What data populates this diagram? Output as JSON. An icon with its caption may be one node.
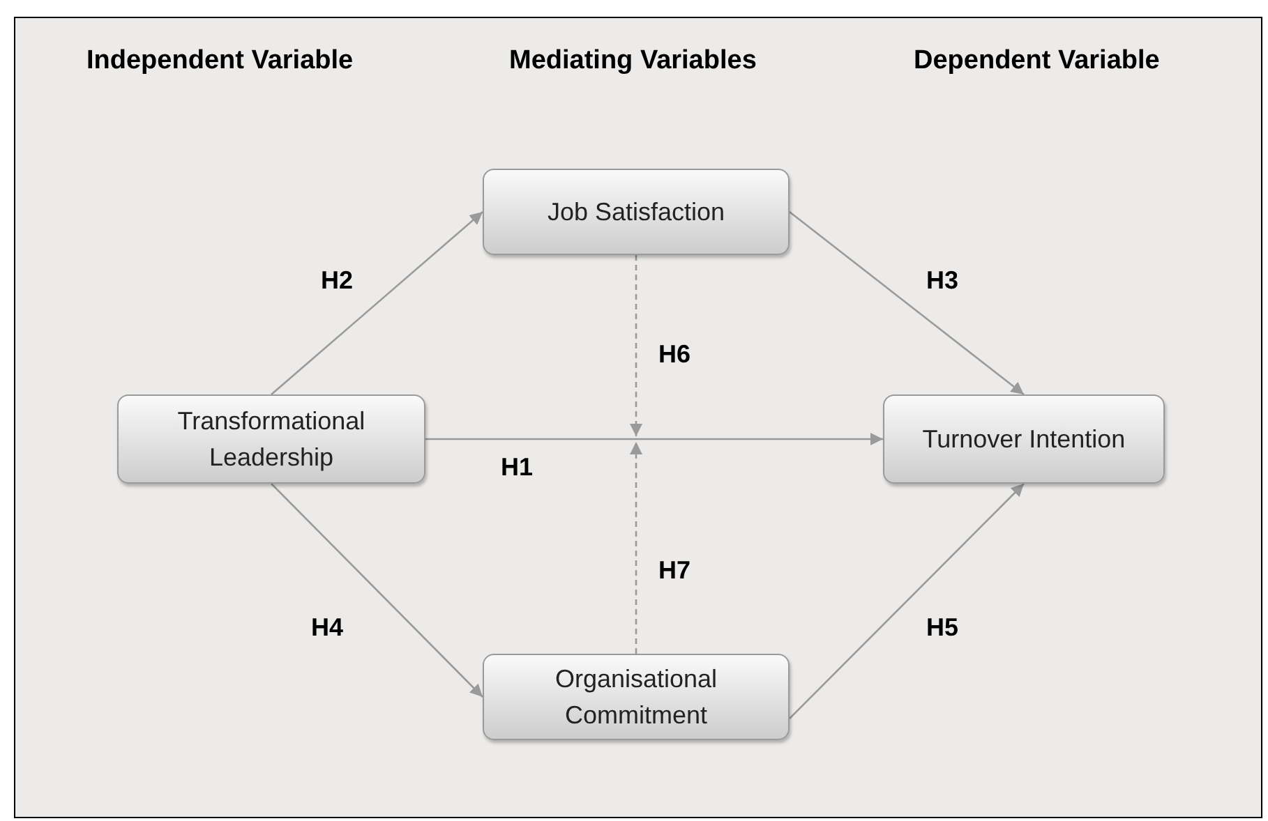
{
  "diagram": {
    "nodes": [
      {
        "text": [
          "Transformational Leadership"
        ]
      },
      {
        "text": [
          "Job Satisfaction"
        ]
      },
      {
        "text": [
          "Turnover Intention"
        ]
      },
      {
        "text": [
          "Organisational Commitment"
        ]
      }
    ],
    "edges": [
      {
        "from": 0,
        "to": 1,
        "arrow": "to",
        "label": "H2"
      },
      {
        "from": 0,
        "to": 2,
        "arrow": "to",
        "label": "H1"
      },
      {
        "from": 0,
        "to": 3,
        "arrow": "to",
        "label": "H4"
      },
      {
        "from": 1,
        "to": 2,
        "arrow": "to",
        "label": "H3"
      },
      {
        "from": 3,
        "to": 2,
        "arrow": "to",
        "label": "H5"
      },
      {
        "from": 1,
        "to": null,
        "arrow": "to",
        "label": "H6",
        "style": "dashed"
      },
      {
        "from": 3,
        "to": null,
        "arrow": "to",
        "label": "H7",
        "style": "dashed"
      }
    ],
    "labels": [
      "Independent Variable",
      "Mediating Variables",
      "Dependent Variable"
    ]
  }
}
